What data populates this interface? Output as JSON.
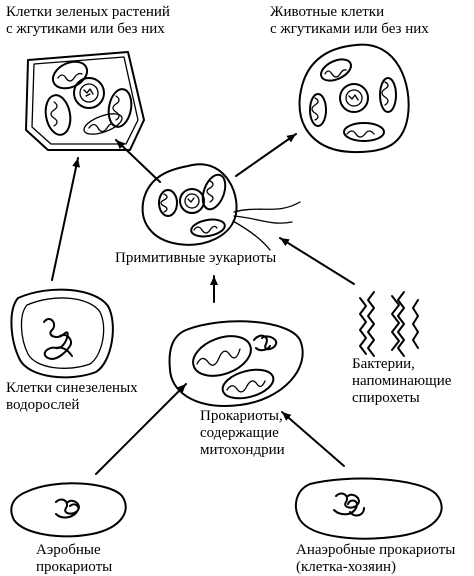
{
  "labels": {
    "plant_cells": [
      "Клетки зеленых растений",
      "с жгутиками или без них"
    ],
    "animal_cells": [
      "Животные клетки",
      "с жгутиками или без них"
    ],
    "primitive_eukaryotes": "Примитивные эукариоты",
    "cyanobacteria": [
      "Клетки синезеленых",
      "водорослей"
    ],
    "spirochete_bacteria": [
      "Бактерии,",
      "напоминающие",
      "спирохеты"
    ],
    "mito_prokaryotes": [
      "Прокариоты,",
      "содержащие",
      "митохондрии"
    ],
    "aerobic_prokaryotes": [
      "Аэробные",
      "прокариоты"
    ],
    "anaerobic_prokaryotes": [
      "Анаэробные прокариоты",
      "(клетка-хозяин)"
    ]
  }
}
